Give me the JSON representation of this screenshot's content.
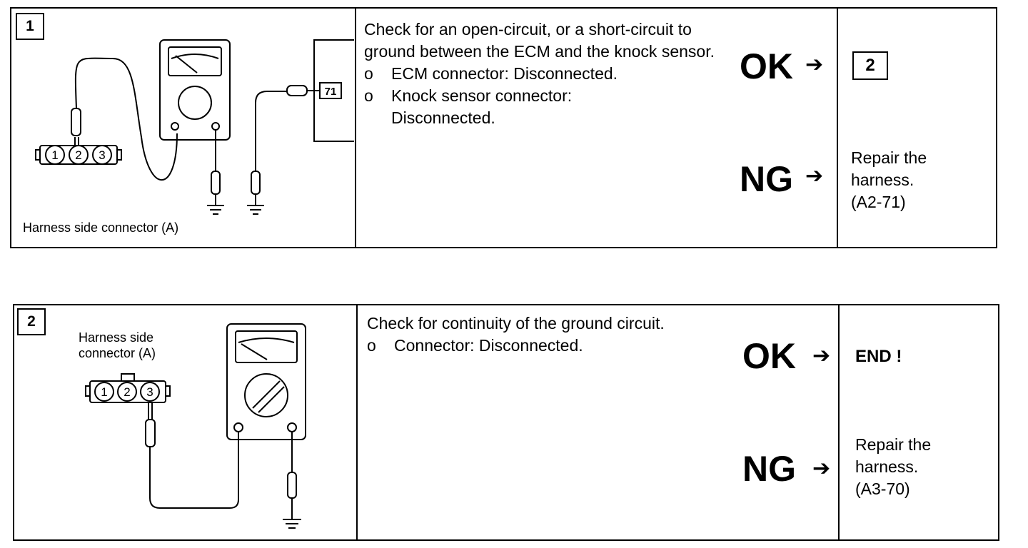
{
  "steps": [
    {
      "number": "1",
      "figure_label": "Harness side connector (A)",
      "connector_pins": [
        "1",
        "2",
        "3"
      ],
      "ecm_terminal": "71",
      "instruction_main": "Check for an open-circuit, or a short-circuit to ground between the ECM and the knock sensor.",
      "conditions": [
        "ECM connector: Disconnected.",
        "Knock sensor connector: Disconnected."
      ],
      "bullet_symbol": "o",
      "ok_label": "OK",
      "ok_arrow": "➔",
      "ok_next_step": "2",
      "ng_label": "NG",
      "ng_arrow": "➔",
      "ng_action": [
        "Repair the",
        "harness.",
        "(A2-71)"
      ]
    },
    {
      "number": "2",
      "figure_label_lines": [
        "Harness side",
        "connector (A)"
      ],
      "connector_pins": [
        "1",
        "2",
        "3"
      ],
      "instruction_main": "Check for continuity of the ground circuit.",
      "conditions": [
        "Connector: Disconnected."
      ],
      "bullet_symbol": "o",
      "ok_label": "OK",
      "ok_arrow": "➔",
      "ok_action": "END !",
      "ng_label": "NG",
      "ng_arrow": "➔",
      "ng_action": [
        "Repair the",
        "harness.",
        "(A3-70)"
      ]
    }
  ]
}
